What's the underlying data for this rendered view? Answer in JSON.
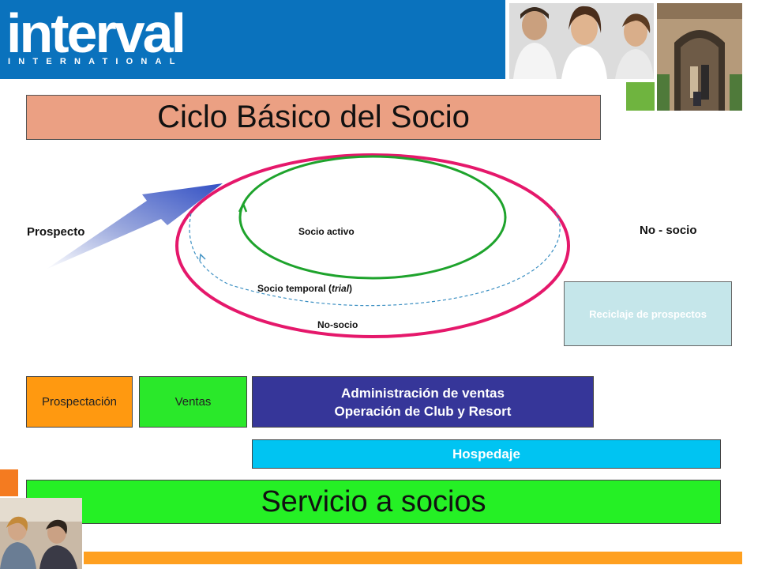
{
  "logo": {
    "word": "interval",
    "sub": "INTERNATIONAL"
  },
  "title": "Ciclo Básico del Socio",
  "labels": {
    "prospect": "Prospecto",
    "active": "Socio activo",
    "trial_prefix": "Socio temporal (",
    "trial_italic": "trial",
    "trial_suffix": ")",
    "nonmember_inner": "No-socio",
    "nonmember_right": "No - socio"
  },
  "recycle": "Reciclaje de prospectos",
  "stages": {
    "prospecting": "Prospectación",
    "sales": "Ventas",
    "admin_line1": "Administración de ventas",
    "admin_line2": "Operación de Club y Resort",
    "lodging": "Hospedaje"
  },
  "service": "Servicio a socios",
  "colors": {
    "header_blue": "#0a72bd",
    "title_salmon": "#eba083",
    "ellipse_green": "#1ea32c",
    "ellipse_magenta": "#e5186b",
    "trial_dashed": "#3b8fc2",
    "prospecting_orange": "#ff9910",
    "sales_green": "#2ae82a",
    "admin_navy": "#363699",
    "lodging_cyan": "#00c4f2",
    "service_green": "#25f025"
  }
}
